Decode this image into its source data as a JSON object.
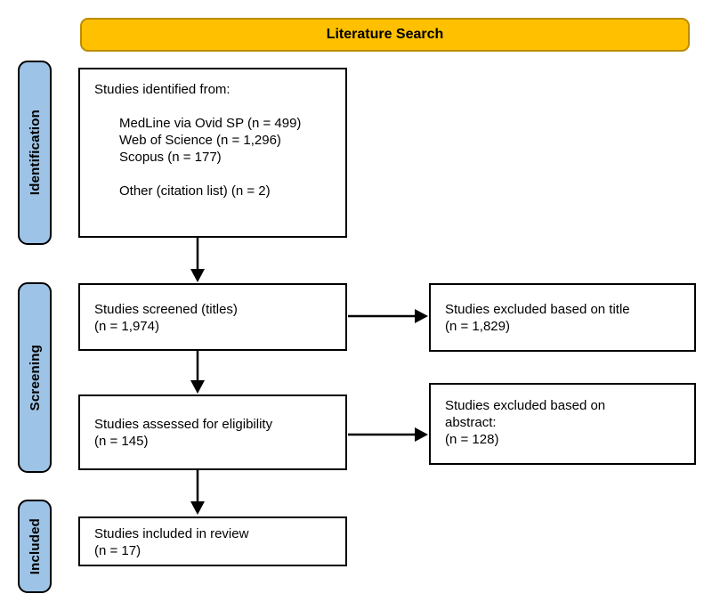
{
  "title_bar": {
    "label": "Literature Search"
  },
  "stages": {
    "identification": "Identification",
    "screening": "Screening",
    "included": "Included"
  },
  "boxes": {
    "identified": {
      "heading": "Studies identified from:",
      "sources": [
        "MedLine via Ovid SP (n = 499)",
        "Web of Science (n = 1,296)",
        "Scopus (n = 177)"
      ],
      "other": "Other (citation list) (n = 2)"
    },
    "screened": {
      "text": "Studies screened (titles)",
      "count": "(n = 1,974)"
    },
    "excluded_by_title": {
      "text": "Studies excluded based on title",
      "count": "(n = 1,829)"
    },
    "assessed": {
      "text": "Studies assessed for eligibility",
      "count": "(n = 145)"
    },
    "excluded_by_abstract": {
      "text": "Studies excluded based on abstract:",
      "count": "(n = 128)"
    },
    "included": {
      "text": "Studies included in review",
      "count": "(n = 17)"
    }
  },
  "colors": {
    "title_bg": "#FFC000",
    "title_border": "#BC8C00",
    "stage_bg": "#9DC3E6",
    "stage_border": "#000000",
    "box_bg": "#FFFFFF",
    "box_border": "#000000",
    "arrow": "#000000"
  }
}
